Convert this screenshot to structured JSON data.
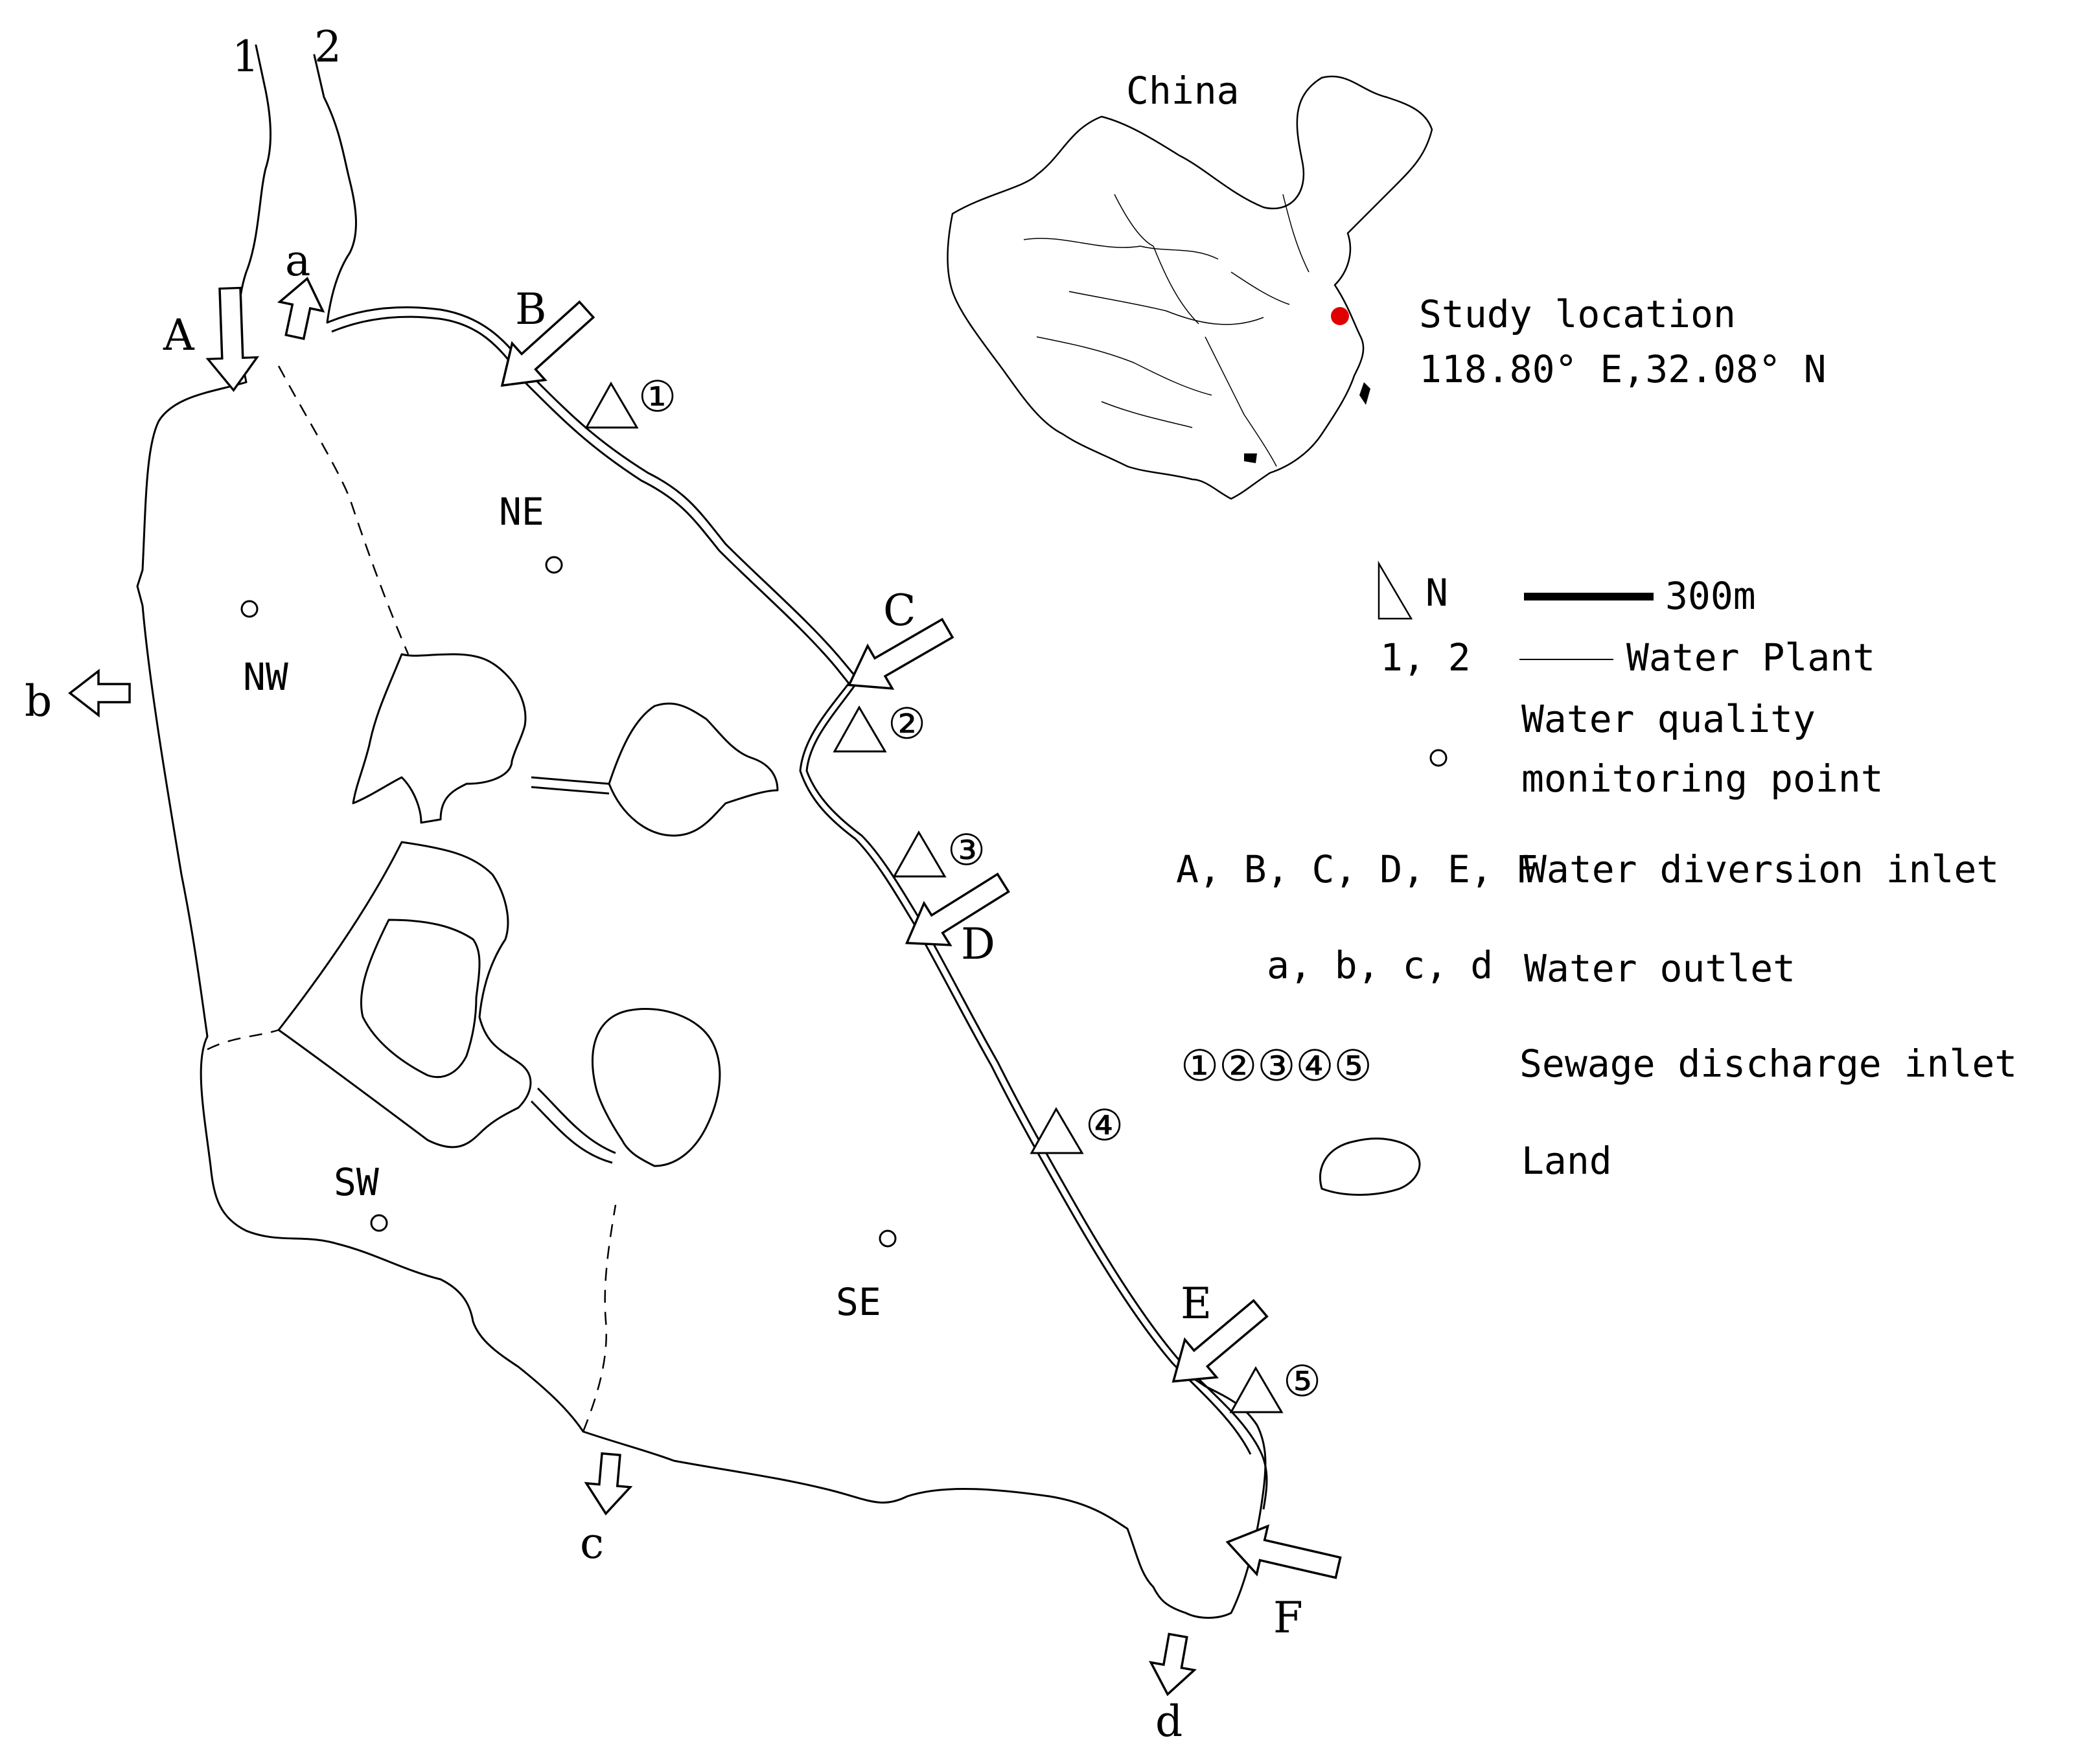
{
  "map": {
    "inset_title": "China",
    "study_location": {
      "label": "Study location",
      "coords": "118.80° E,32.08° N",
      "marker_color": "#e00000"
    },
    "channel_labels": [
      "1",
      "2"
    ],
    "zone_labels": [
      "NW",
      "NE",
      "SW",
      "SE"
    ],
    "inlet_labels": [
      "A",
      "B",
      "C",
      "D",
      "E",
      "F"
    ],
    "outlet_labels": [
      "a",
      "b",
      "c",
      "d"
    ],
    "sewage_labels": [
      "①",
      "②",
      "③",
      "④",
      "⑤"
    ]
  },
  "legend": {
    "north": "N",
    "scale": "300m",
    "plant_key": "1, 2",
    "plant_label": "Water Plant",
    "monitor_label_line1": "Water quality",
    "monitor_label_line2": "monitoring point",
    "inlet_key": "A, B, C, D, E, F",
    "inlet_label": "Water diversion inlet",
    "outlet_key": "a, b, c, d",
    "outlet_label": "Water outlet",
    "sewage_key": "①②③④⑤",
    "sewage_label": "Sewage discharge inlet",
    "land_label": "Land"
  },
  "icons": {
    "north_arrow": "north-arrow-icon",
    "inlet_arrow": "hollow-arrow-icon",
    "sewage_marker": "triangle-icon",
    "monitor_marker": "circle-icon",
    "land_marker": "land-shape-icon"
  }
}
